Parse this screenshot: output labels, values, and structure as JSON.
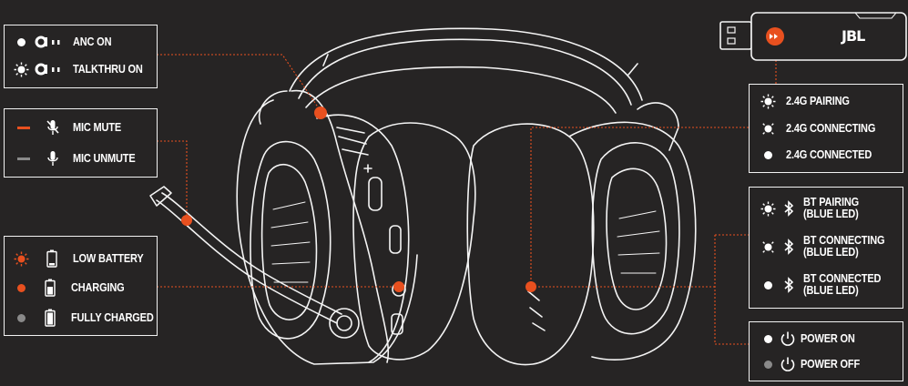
{
  "colors": {
    "accent": "#e8501f",
    "led_white": "#ffffff",
    "led_grey": "#8a8a8a",
    "background": "#262424"
  },
  "dongle": {
    "brand": "JBL"
  },
  "anc_box": {
    "anc_on": "ANC ON",
    "talkthru_on": "TALKTHRU ON"
  },
  "mic_box": {
    "mic_mute": "MIC MUTE",
    "mic_unmute": "MIC UNMUTE"
  },
  "battery_box": {
    "low_battery": "LOW BATTERY",
    "charging": "CHARGING",
    "fully_charged": "FULLY CHARGED"
  },
  "g24_box": {
    "pairing": "2.4G PAIRING",
    "connecting": "2.4G CONNECTING",
    "connected": "2.4G CONNECTED"
  },
  "bt_box": {
    "pairing_1": "BT PAIRING",
    "pairing_2": "(BLUE LED)",
    "connecting_1": "BT CONNECTING",
    "connecting_2": "(BLUE LED)",
    "connected_1": "BT CONNECTED",
    "connected_2": "(BLUE LED)"
  },
  "power_box": {
    "power_on": "POWER ON",
    "power_off": "POWER OFF"
  }
}
